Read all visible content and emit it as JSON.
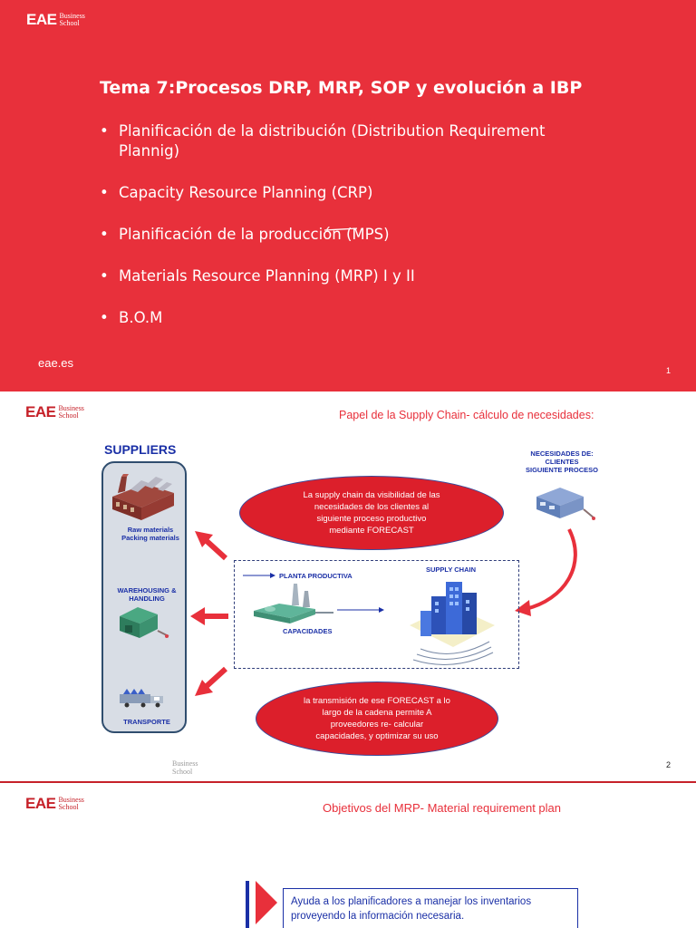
{
  "slide1": {
    "logo": {
      "text": "EAE",
      "sub1": "Business",
      "sub2": "School"
    },
    "title": "Tema 7:Procesos DRP, MRP, SOP y evolución a IBP",
    "bullets": [
      "Planificación de la distribución (Distribution Requirement Plannig)",
      "Capacity Resource Planning (CRP)",
      "Planificación de la producción (MPS)",
      "Materials Resource Planning (MRP) I y II",
      "B.O.M"
    ],
    "footer_url": "eae.es",
    "page_number": "1",
    "colors": {
      "background": "#e8303b",
      "text": "#ffffff"
    }
  },
  "slide2": {
    "logo": {
      "text": "EAE",
      "sub1": "Business",
      "sub2": "School"
    },
    "title": "Papel de la Supply Chain- cálculo de necesidades:",
    "suppliers": {
      "title": "SUPPLIERS",
      "raw_materials_1": "Raw materials",
      "raw_materials_2": "Packing materials",
      "warehousing_1": "WAREHOUSING &",
      "warehousing_2": "HANDLING",
      "transport": "TRANSPORTE"
    },
    "ellipse_top": [
      "La supply chain da visibilidad de  las",
      "necesidades de los clientes al",
      "siguiente proceso productivo",
      "mediante FORECAST"
    ],
    "ellipse_bottom": [
      "la transmisión de ese FORECAST a lo",
      "largo de la cadena permite A",
      "proveedores re- calcular",
      "capacidades, y optimizar su uso"
    ],
    "necesidades": [
      "NECESIDADES DE:",
      "CLIENTES",
      "SIGUIENTE PROCESO"
    ],
    "planta_productiva": "PLANTA PRODUCTIVA",
    "capacidades": "CAPACIDADES",
    "supply_chain": "SUPPLY CHAIN",
    "watermark": {
      "line1": "Business",
      "line2": "School"
    },
    "page_number": "2",
    "colors": {
      "title": "#e8303b",
      "labels": "#1a2fa6",
      "ellipse": "#dc1f2b",
      "arrows": "#e8303b"
    }
  },
  "slide3": {
    "logo": {
      "text": "EAE",
      "sub1": "Business",
      "sub2": "School"
    },
    "title": "Objetivos del MRP- Material requirement plan",
    "box_text": "Ayuda a los planificadores a manejar los inventarios proveyendo la información necesaria.",
    "colors": {
      "bar": "#1a2fa6",
      "triangle": "#e8303b"
    }
  }
}
